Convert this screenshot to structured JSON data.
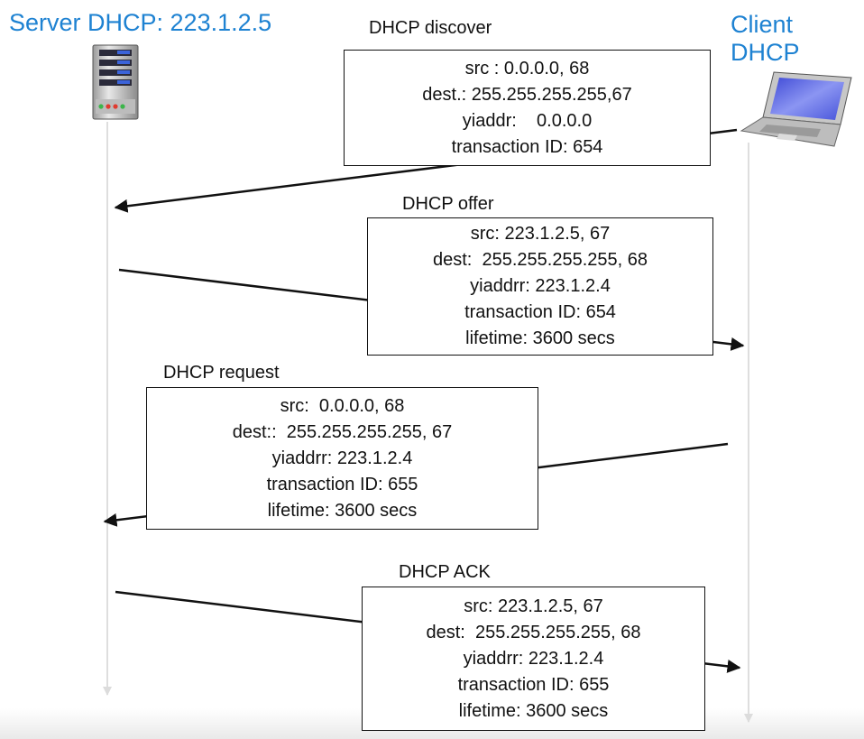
{
  "server": {
    "title": "Server DHCP: 223.1.2.5"
  },
  "client": {
    "title_line1": "Client",
    "title_line2": "DHCP"
  },
  "messages": [
    {
      "title": "DHCP discover",
      "lines": [
        "src : 0.0.0.0, 68",
        "dest.: 255.255.255.255,67",
        "yiaddr:    0.0.0.0",
        "transaction ID: 654"
      ]
    },
    {
      "title": "DHCP offer",
      "lines": [
        "src: 223.1.2.5, 67",
        "dest:  255.255.255.255, 68",
        "yiaddrr: 223.1.2.4",
        "transaction ID: 654",
        "lifetime: 3600 secs"
      ]
    },
    {
      "title": "DHCP request",
      "lines": [
        "src:  0.0.0.0, 68",
        "dest::  255.255.255.255, 67",
        "yiaddrr: 223.1.2.4",
        "transaction ID: 655",
        "lifetime: 3600 secs"
      ]
    },
    {
      "title": "DHCP ACK",
      "lines": [
        "src: 223.1.2.5, 67",
        "dest:  255.255.255.255, 68",
        "yiaddrr: 223.1.2.4",
        "transaction ID: 655",
        "lifetime: 3600 secs"
      ]
    }
  ],
  "colors": {
    "title_blue": "#1e82d2",
    "lifeline": "#dddddd",
    "arrow": "#111111"
  },
  "icons": {
    "server": "server-tower-icon",
    "client": "laptop-icon"
  }
}
